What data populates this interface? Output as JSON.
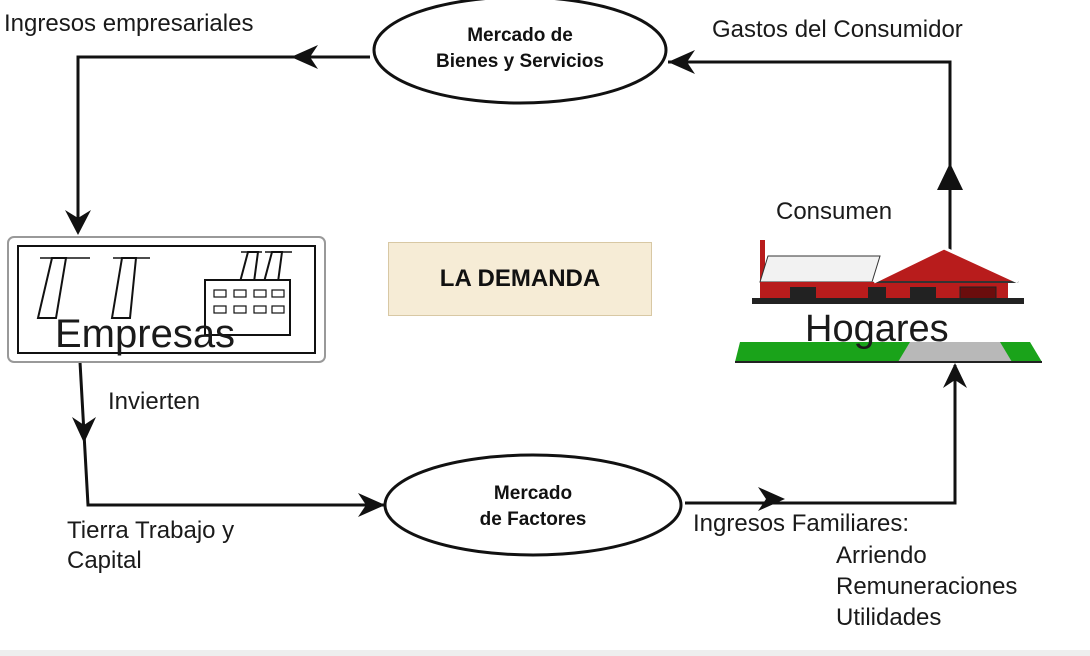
{
  "center_label": "LA DEMANDA",
  "nodes": {
    "empresas": "Empresas",
    "hogares": "Hogares",
    "mercado_bienes": [
      "Mercado de",
      "Bienes y Servicios"
    ],
    "mercado_factores": [
      "Mercado",
      "de Factores"
    ]
  },
  "flows": {
    "ingresos_empresariales": "Ingresos empresariales",
    "gastos_consumidor": "Gastos del Consumidor",
    "consumen": "Consumen",
    "invierten": "Invierten",
    "tierra_trabajo": [
      "Tierra Trabajo y",
      "Capital"
    ],
    "ingresos_familiares": {
      "title": "Ingresos Familiares:",
      "items": [
        "Arriendo",
        "Remuneraciones",
        "Utilidades"
      ]
    }
  },
  "colors": {
    "arrow": "#111111",
    "house_red": "#b81c1c",
    "grass": "#1aa31a",
    "road": "#b8b8b8",
    "label_box": "#f6ecd6"
  }
}
